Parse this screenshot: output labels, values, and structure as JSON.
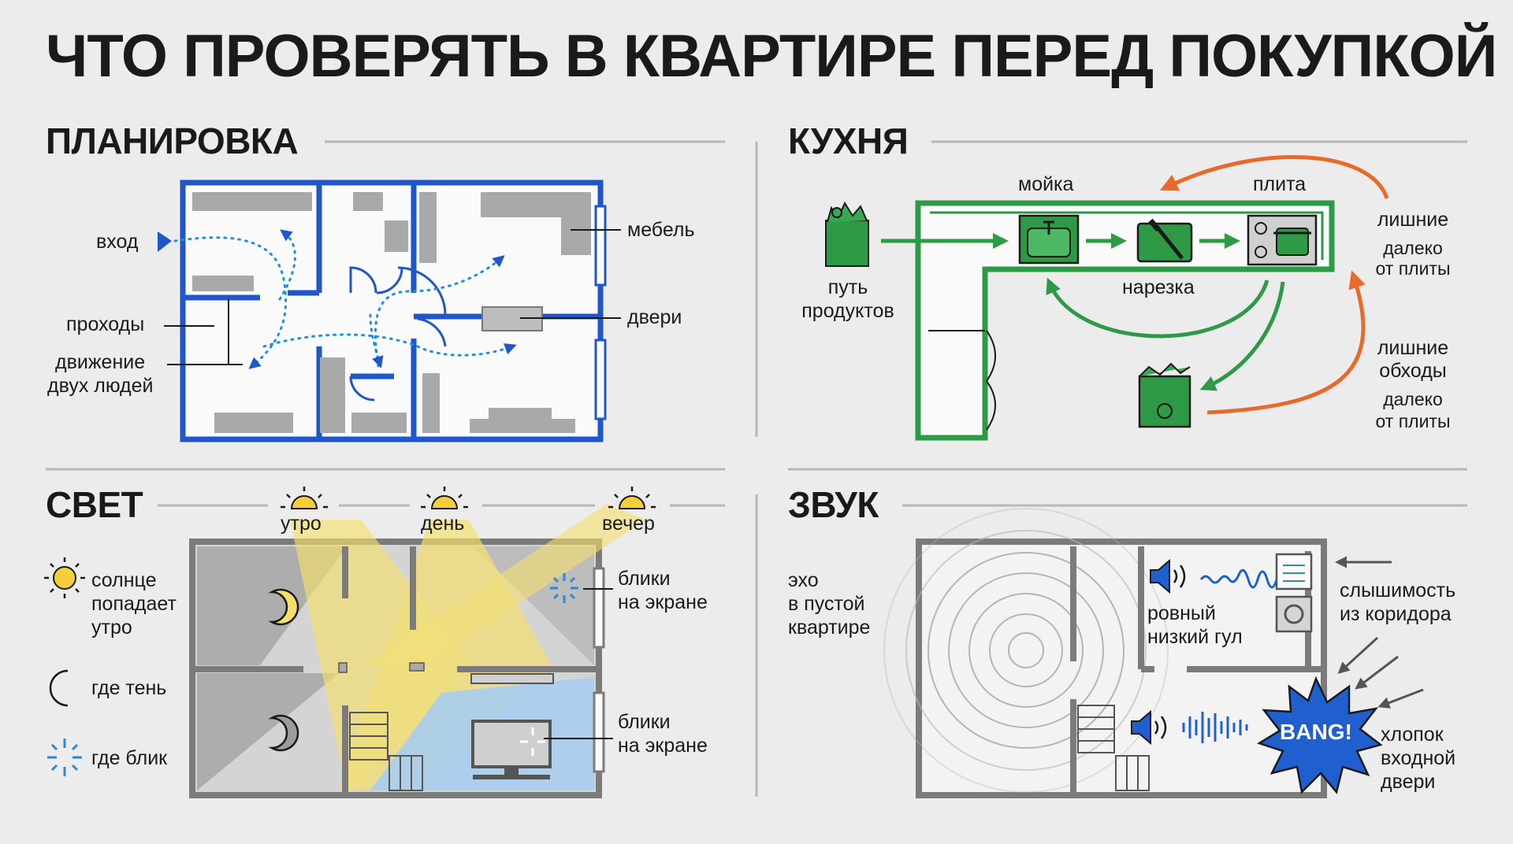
{
  "title": "ЧТО ПРОВЕРЯТЬ В КВАРТИРЕ ПЕРЕД ПОКУПКОЙ",
  "colors": {
    "layout_blue": "#1f56c9",
    "kitchen_green": "#2f9a45",
    "arrow_orange": "#e86a2b",
    "wall_gray": "#7b7b7b",
    "light_yellow": "#f5e06a",
    "glare_blue": "#a9cdef",
    "bang_blue": "#1f5fd0"
  },
  "sections": {
    "layout": {
      "heading": "ПЛАНИРОВКА",
      "entrance": "вход",
      "passages": "проходы",
      "two_people_1": "движение",
      "two_people_2": "двух людей",
      "furniture": "мебель",
      "doors": "двери"
    },
    "kitchen": {
      "heading": "КУХНЯ",
      "sink": "мойка",
      "stove": "плита",
      "cutting": "нарезка",
      "products_1": "путь",
      "products_2": "продуктов",
      "extra_top_1": "лишние",
      "extra_top_2": "далеко",
      "extra_top_3": "от плиты",
      "extra_bottom_1": "лишние",
      "extra_bottom_2": "обходы",
      "extra_bottom_3": "далеко",
      "extra_bottom_4": "от плиты"
    },
    "light": {
      "heading": "СВЕТ",
      "morning": "утро",
      "day": "день",
      "evening": "вечер",
      "sun_legend_1": "солнце",
      "sun_legend_2": "попадает",
      "sun_legend_3": "утро",
      "shade_legend": "где тень",
      "glare_legend": "где блик",
      "glare_top_1": "блики",
      "glare_top_2": "на экране",
      "glare_bottom_1": "блики",
      "glare_bottom_2": "на экране"
    },
    "sound": {
      "heading": "ЗВУК",
      "echo_1": "эхо",
      "echo_2": "в пустой",
      "echo_3": "квартире",
      "hum_1": "ровный",
      "hum_2": "низкий гул",
      "corridor_1": "слышимость",
      "corridor_2": "из коридора",
      "bang": "BANG!",
      "clap_1": "хлопок",
      "clap_2": "входной",
      "clap_3": "двери"
    }
  }
}
